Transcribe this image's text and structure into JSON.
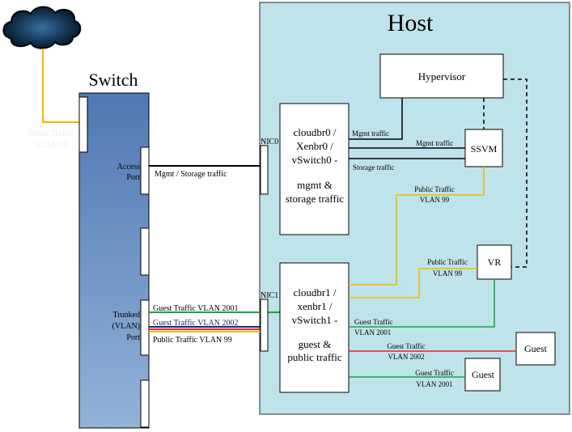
{
  "colors": {
    "host_fill": "#bfe3ea",
    "host_stroke": "#2b2b2b",
    "switch_top": "#4f79b2",
    "switch_bottom": "#8fb0d6",
    "public_line": "#f5b800",
    "guest_green": "#13a83c",
    "guest_red": "#e02424",
    "guest_navy": "#1f1f7a",
    "black": "#000000"
  },
  "labels": {
    "host_title": "Host",
    "switch_title": "Switch",
    "cloud_public_1": "Public Traffic",
    "cloud_public_2": "VLAN 99",
    "access_port_1": "Access",
    "access_port_2": "Port",
    "mgmt_storage": "Mgmt / Storage traffic",
    "trunk_1": "Trunked",
    "trunk_2": "(VLAN)",
    "trunk_3": "Port",
    "guest_2001": "Guest Traffic VLAN 2001",
    "guest_2002": "Guest Traffic VLAN 2002",
    "public_99": "Public Traffic VLAN 99",
    "nic0": "NIC0",
    "nic1": "NIC1",
    "br0_1": "cloudbr0 /",
    "br0_2": "Xenbr0 /",
    "br0_3": "vSwitch0 -",
    "br0_4": "mgmt &",
    "br0_5": "storage traffic",
    "br1_1": "cloudbr1 /",
    "br1_2": "xenbr1 /",
    "br1_3": "vSwitch1 -",
    "br1_4": "guest &",
    "br1_5": "public traffic",
    "hypervisor": "Hypervisor",
    "ssvm": "SSVM",
    "vr": "VR",
    "guest_a": "Guest",
    "guest_b": "Guest",
    "mgmt_traffic_a": "Mgmt traffic",
    "mgmt_traffic_b": "Mgmt traffic",
    "storage_traffic": "Storage traffic",
    "pub_ssvm_1": "Public Traffic",
    "pub_ssvm_2": "VLAN 99",
    "pub_vr_1": "Public Traffic",
    "pub_vr_2": "VLAN 99",
    "gt_vr_1": "Guest Traffic",
    "gt_vr_2": "VLAN 2001",
    "gt_ga_1": "Guest Traffic",
    "gt_ga_2": "VLAN 2002",
    "gt_gb_1": "Guest Traffic",
    "gt_gb_2": "VLAN 2001"
  }
}
